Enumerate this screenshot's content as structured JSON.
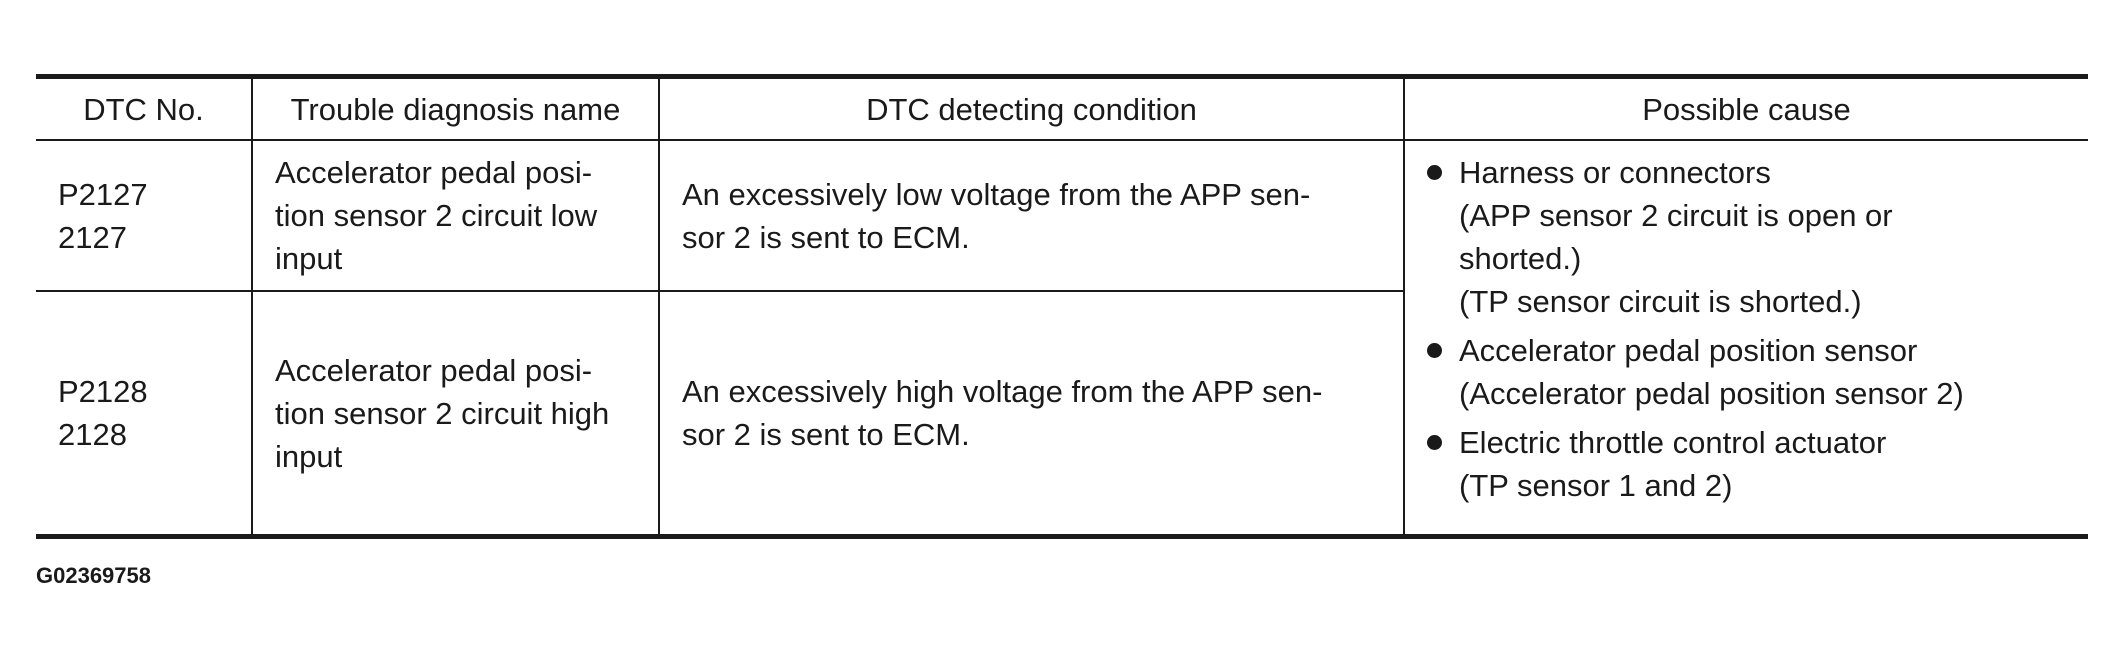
{
  "table": {
    "headers": [
      "DTC No.",
      "Trouble diagnosis name",
      "DTC detecting condition",
      "Possible cause"
    ],
    "rows": [
      {
        "dtc_lines": [
          "P2127",
          "2127"
        ],
        "name_lines": [
          "Accelerator pedal posi-",
          "tion sensor 2 circuit low",
          "input"
        ],
        "condition_lines": [
          "An excessively low voltage from the APP sen-",
          "sor 2 is sent to ECM."
        ]
      },
      {
        "dtc_lines": [
          "P2128",
          "2128"
        ],
        "name_lines": [
          "Accelerator pedal posi-",
          "tion sensor 2 circuit high",
          "input"
        ],
        "condition_lines": [
          "An excessively high voltage from the APP sen-",
          "sor 2 is sent to ECM."
        ]
      }
    ],
    "possible_causes": [
      {
        "title": "Harness or connectors",
        "details": [
          "(APP sensor 2 circuit is open or",
          "shorted.)",
          "(TP sensor circuit is shorted.)"
        ]
      },
      {
        "title": "Accelerator pedal position sensor",
        "details": [
          "(Accelerator pedal position sensor 2)"
        ]
      },
      {
        "title": "Electric throttle control actuator",
        "details": [
          "(TP sensor 1 and 2)"
        ]
      }
    ]
  },
  "footer": {
    "figure_id": "G02369758"
  }
}
